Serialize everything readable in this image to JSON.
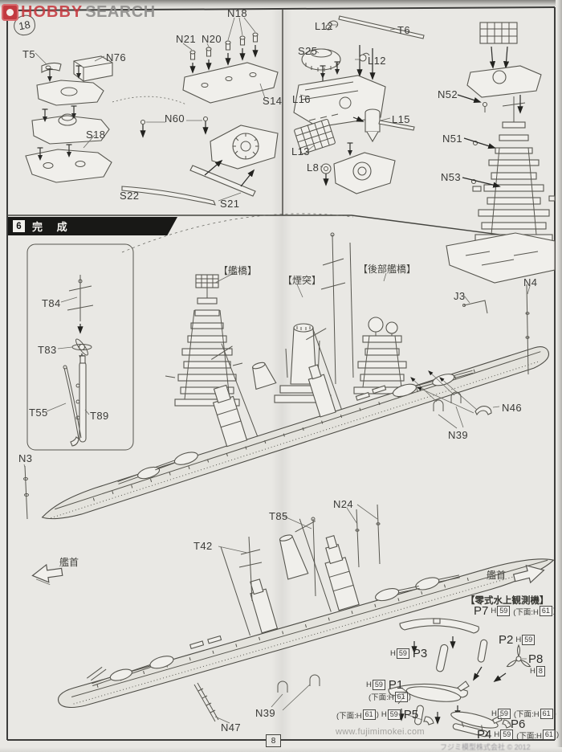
{
  "watermark": {
    "brand_left": "HOBBY",
    "brand_right": "SEARCH"
  },
  "steps": {
    "prev_step_number": "18",
    "step_number": "6",
    "step_title": "完 成"
  },
  "parts": {
    "t5": "T5",
    "n76": "N76",
    "s18": "S18",
    "s22": "S22",
    "s21": "S21",
    "n21": "N21",
    "n20": "N20",
    "n18": "N18",
    "s14": "S14",
    "n60": "N60",
    "l12": "L12",
    "t6": "T6",
    "s25": "S25",
    "l16": "L16",
    "l15": "L15",
    "l13": "L13",
    "l8": "L8",
    "n52": "N52",
    "n51": "N51",
    "n53": "N53",
    "t84": "T84",
    "t83": "T83",
    "t55": "T55",
    "t89": "T89",
    "n3": "N3",
    "j3": "J3",
    "n4": "N4",
    "n46": "N46",
    "n39": "N39",
    "n24": "N24",
    "t85": "T85",
    "t42": "T42",
    "n47": "N47",
    "p1": "P1",
    "p2": "P2",
    "p3": "P3",
    "p4": "P4",
    "p5": "P5",
    "p6": "P6",
    "p7": "P7",
    "p8": "P8"
  },
  "annotations": {
    "bridge": "【艦橋】",
    "funnel": "【煙突】",
    "aft_bridge": "【後部艦橋】",
    "bow": "艦首",
    "seaplane_title": "【零式水上観測機】"
  },
  "paint": {
    "h": "H",
    "c59": "59",
    "c61": "61",
    "c8": "8",
    "underside_open": "(下面:H",
    "underside_close": ")"
  },
  "page": {
    "number": "8",
    "website": "www.fujimimokei.com",
    "copyright": "フジミ模型株式会社 © 2012"
  }
}
